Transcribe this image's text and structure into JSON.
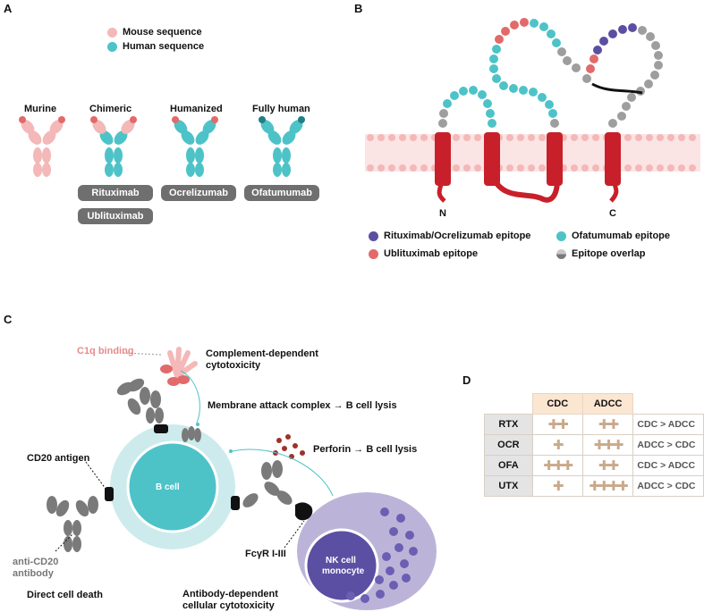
{
  "panels": {
    "a": "A",
    "b": "B",
    "c": "C",
    "d": "D"
  },
  "panel_a": {
    "legend": {
      "mouse": "Mouse sequence",
      "human": "Human sequence"
    },
    "types": [
      "Murine",
      "Chimeric",
      "Humanized",
      "Fully human"
    ],
    "drugs": [
      "Rituximab",
      "Ublituximab",
      "Ocrelizumab",
      "Ofatumumab"
    ],
    "colors": {
      "mouse": "#f4b8b8",
      "human": "#4dc3c8",
      "epitope": "#e26a6a"
    }
  },
  "panel_b": {
    "terminus_n": "N",
    "terminus_c": "C",
    "legend": {
      "rituximab": "Rituximab/Ocrelizumab epitope",
      "ofatumumab": "Ofatumumab epitope",
      "ublituximab": "Ublituximab epitope",
      "overlap": "Epitope overlap"
    },
    "colors": {
      "rituximab": "#5b4fa3",
      "ofatumumab": "#4dc3c8",
      "ublituximab": "#e26a6a",
      "overlap": "#9e9e9e",
      "helix": "#c8202a",
      "membrane": "#f4b8b8"
    }
  },
  "panel_c": {
    "c1q": "C1q binding",
    "cdc_line1": "Complement-dependent",
    "cdc_line2": "cytotoxicity",
    "mac": "Membrane attack complex",
    "mac_result": "B cell lysis",
    "perforin": "Perforin",
    "perforin_result": "B cell lysis",
    "cd20": "CD20 antigen",
    "bcell": "B cell",
    "antibody_line1": "anti-CD20",
    "antibody_line2": "antibody",
    "fcyr": "FcγR I-III",
    "nk_line1": "NK cell",
    "nk_line2": "monocyte",
    "direct": "Direct cell death",
    "adcc_line1": "Antibody-dependent",
    "adcc_line2": "cellular cytotoxicity"
  },
  "panel_d": {
    "headers": [
      "CDC",
      "ADCC"
    ],
    "rows": [
      {
        "name": "RTX",
        "cdc": 2,
        "adcc": 2,
        "compare": "CDC > ADCC"
      },
      {
        "name": "OCR",
        "cdc": 1,
        "adcc": 3,
        "compare": "ADCC > CDC"
      },
      {
        "name": "OFA",
        "cdc": 3,
        "adcc": 2,
        "compare": "CDC > ADCC"
      },
      {
        "name": "UTX",
        "cdc": 1,
        "adcc": 4,
        "compare": "ADCC > CDC"
      }
    ]
  }
}
